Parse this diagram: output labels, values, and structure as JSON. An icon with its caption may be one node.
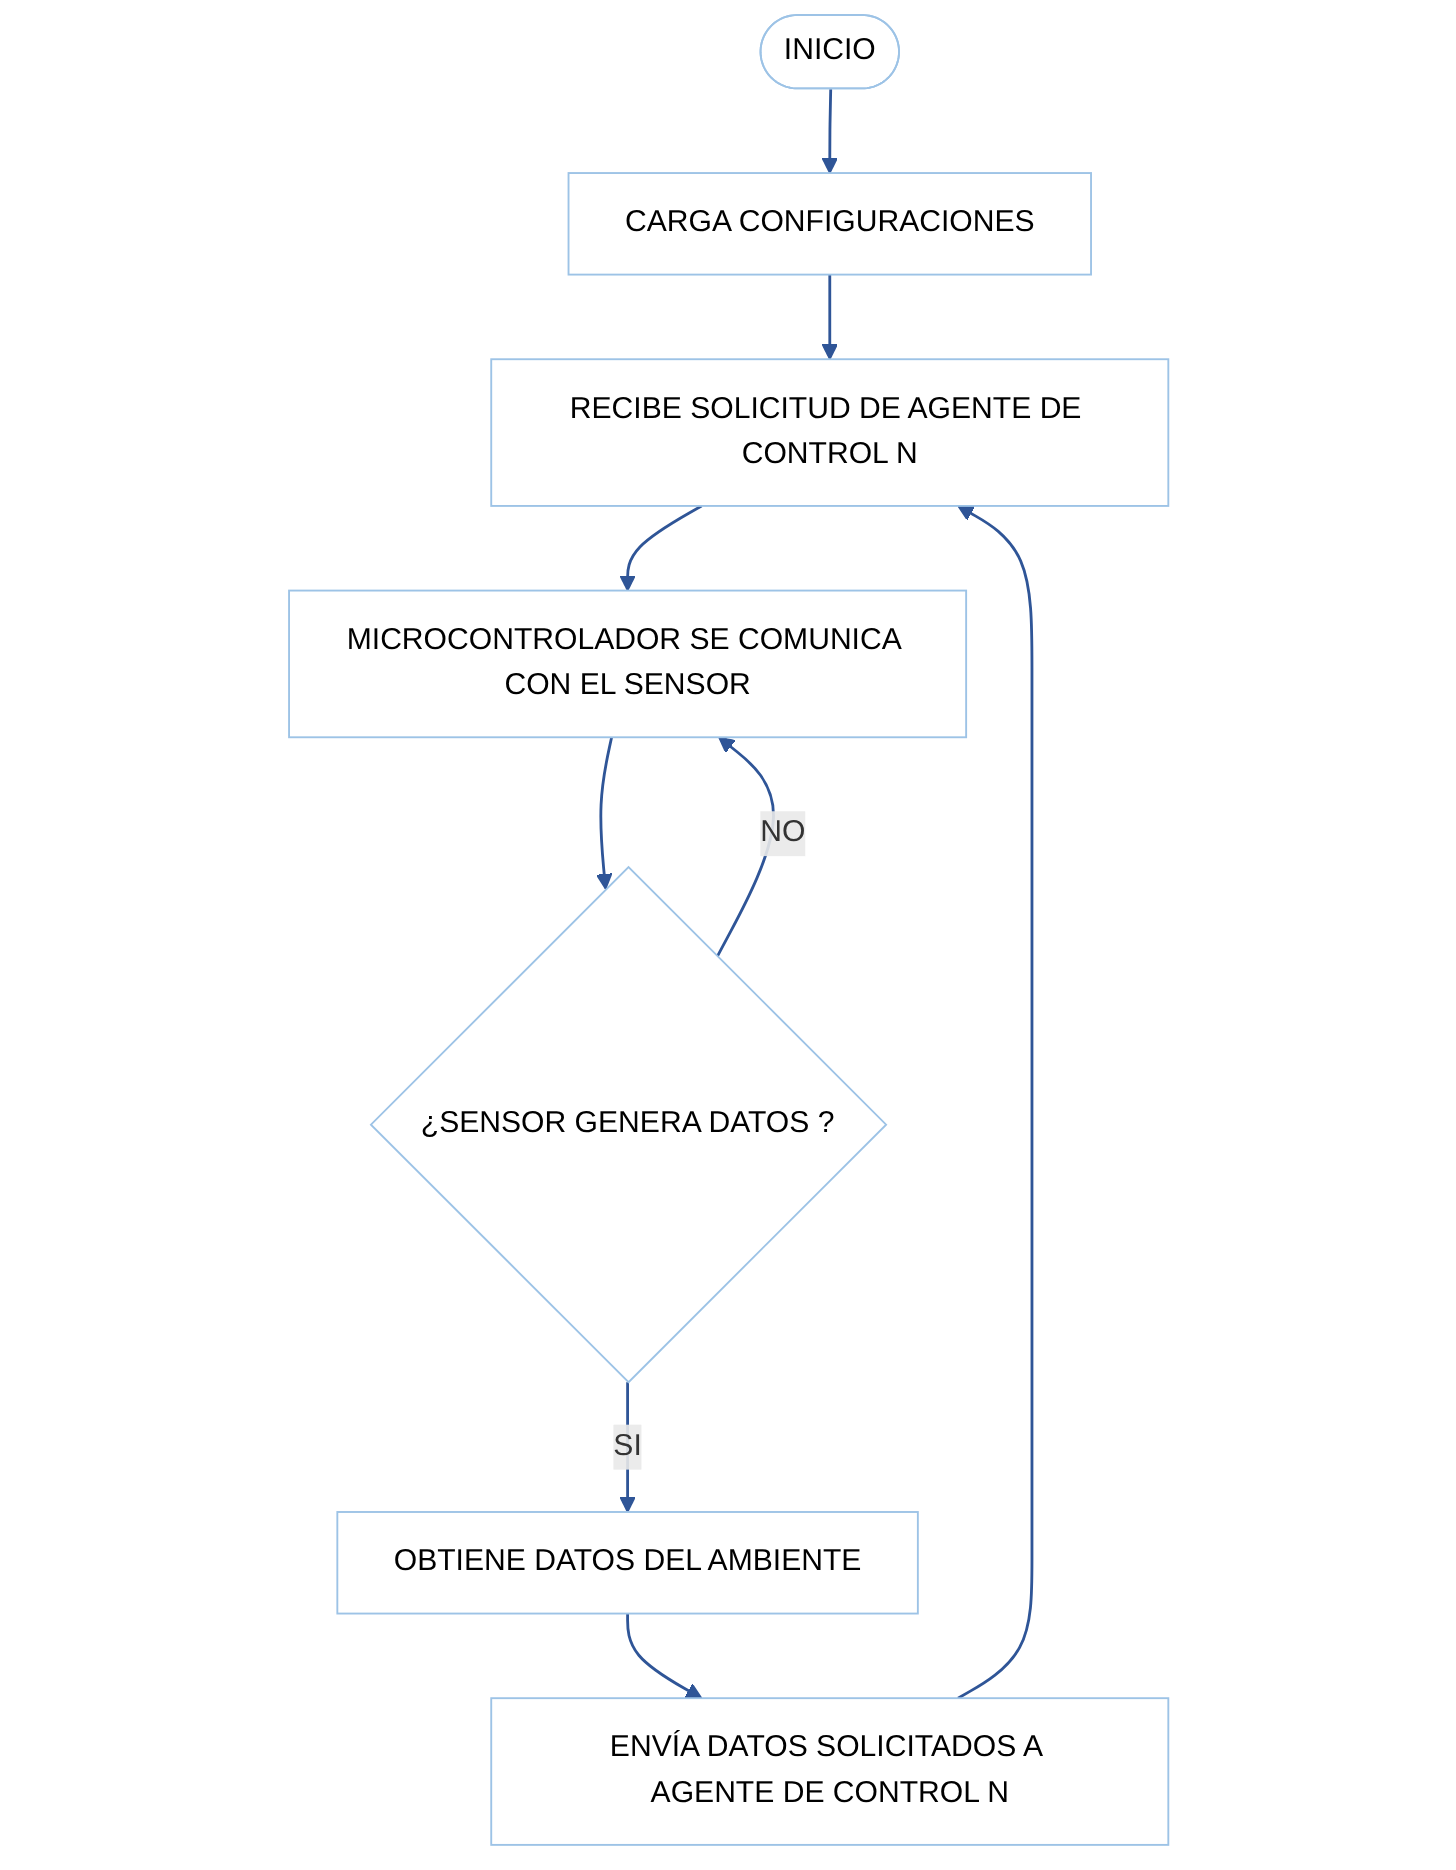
{
  "diagram": {
    "nodes": [
      {
        "text": [
          "INICIO"
        ]
      },
      {
        "text": [
          "CARGA CONFIGURACIONES"
        ]
      },
      {
        "text": [
          "RECIBE SOLICITUD DE AGENTE DE CONTROL N"
        ]
      },
      {
        "text": [
          "MICROCONTROLADOR SE COMUNICA CON EL SENSOR"
        ]
      },
      {
        "text": [
          "¿SENSOR GENERA DATOS ?"
        ]
      },
      {
        "text": [
          "OBTIENE DATOS DEL AMBIENTE"
        ]
      },
      {
        "text": [
          "ENVÍA DATOS SOLICITADOS A AGENTE DE CONTROL N"
        ]
      }
    ],
    "edges": [
      {
        "from": 0,
        "to": 1,
        "arrow": "to"
      },
      {
        "from": 1,
        "to": 2,
        "arrow": "to"
      },
      {
        "from": 2,
        "to": 3,
        "arrow": "to"
      },
      {
        "from": 3,
        "to": 4,
        "arrow": "to"
      },
      {
        "from": 4,
        "to": 3,
        "label": "NO",
        "arrow": "to"
      },
      {
        "from": 4,
        "to": 5,
        "label": "SI",
        "arrow": "to"
      },
      {
        "from": 5,
        "to": 6,
        "arrow": "to"
      },
      {
        "from": 6,
        "to": 2,
        "arrow": "to"
      }
    ]
  }
}
